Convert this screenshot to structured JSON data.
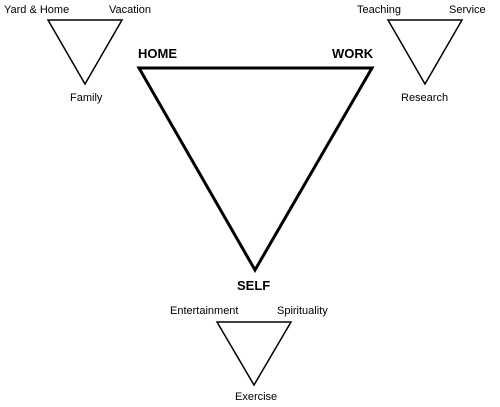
{
  "diagram": {
    "main": {
      "top_left": "HOME",
      "top_right": "WORK",
      "bottom": "SELF"
    },
    "home": {
      "top_left": "Yard & Home",
      "top_right": "Vacation",
      "bottom": "Family"
    },
    "work": {
      "top_left": "Teaching",
      "top_right": "Service",
      "bottom": "Research"
    },
    "self": {
      "top_left": "Entertainment",
      "top_right": "Spirituality",
      "bottom": "Exercise"
    }
  }
}
